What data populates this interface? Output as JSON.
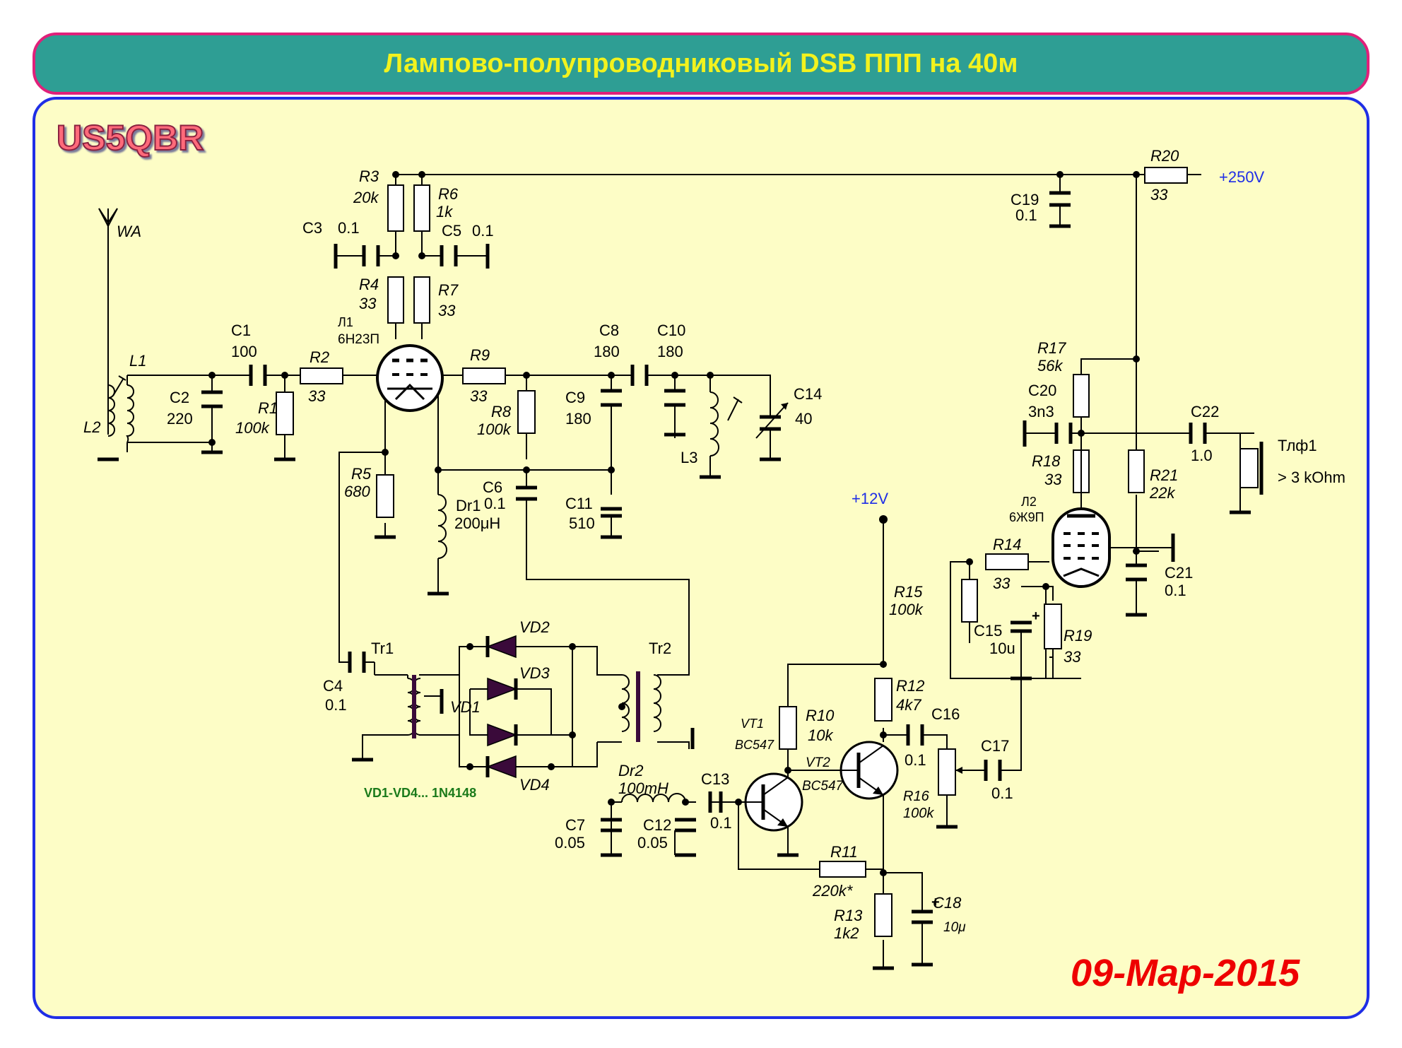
{
  "title": "Лампово-полупроводниковый DSB ППП на 40м",
  "logo": "US5QBR",
  "date": "09-Mар-2015",
  "colors": {
    "title_bg": "#2e9e94",
    "title_text": "#f2f21e",
    "panel_bg": "#fdfdc6",
    "panel_border": "#1f2ee6",
    "title_border": "#e0207a",
    "date_text": "#ee0000",
    "supply_text": "#1f2ee6"
  },
  "labels": {
    "wa": "WA",
    "l1": "L1",
    "l2": "L2",
    "c1": "C1",
    "c1v": "100",
    "c2": "C2",
    "c2v": "220",
    "r1": "R1",
    "r1v": "100k",
    "r2": "R2",
    "r2v": "33",
    "r3": "R3",
    "r3v": "20k",
    "r6": "R6",
    "r6v": "1k",
    "c3": "C3",
    "c3v": "0.1",
    "c5": "C5",
    "c5v": "0.1",
    "r4": "R4",
    "r4v": "33",
    "r7": "R7",
    "r7v": "33",
    "tube1": "Л1",
    "tube1v": "6Н23П",
    "r9": "R9",
    "r9v": "33",
    "r8": "R8",
    "r8v": "100k",
    "c8": "C8",
    "c8v": "180",
    "c9": "C9",
    "c9v": "180",
    "c10": "C10",
    "c10v": "180",
    "l3": "L3",
    "c14": "C14",
    "c14v": "40",
    "r5": "R5",
    "r5v": "680",
    "dr1": "Dr1",
    "dr1v": "200μH",
    "c6": "C6",
    "c6v": "0.1",
    "c11": "C11",
    "c11v": "510",
    "c19": "C19",
    "c19v": "0.1",
    "r20": "R20",
    "r20v": "33",
    "v250": "+250V",
    "r17": "R17",
    "r17v": "56k",
    "c20": "C20",
    "c20v": "3n3",
    "c22": "C22",
    "c22v": "1.0",
    "tlf": "Тлф1",
    "tlfv": "> 3 kOhm",
    "r18": "R18",
    "r18v": "33",
    "r21": "R21",
    "r21v": "22k",
    "tube2": "Л2",
    "tube2v": "6Ж9П",
    "r14": "R14",
    "r14v": "33",
    "c21": "C21",
    "c21v": "0.1",
    "c15": "C15",
    "c15v": "10u",
    "r19": "R19",
    "r19v": "33",
    "v12": "+12V",
    "r15": "R15",
    "r15v": "100k",
    "c4": "C4",
    "c4v": "0.1",
    "tr1": "Tr1",
    "tr2": "Tr2",
    "vd1": "VD1",
    "vd2": "VD2",
    "vd3": "VD3",
    "vd4": "VD4",
    "diodes": "VD1-VD4... 1N4148",
    "r12": "R12",
    "r12v": "4k7",
    "c16": "C16",
    "c16v": "0.1",
    "c17": "C17",
    "c17v": "0.1",
    "vt1": "VT1",
    "vt1v": "BC547",
    "r10": "R10",
    "r10v": "10k",
    "vt2": "VT2",
    "vt2v": "BC547",
    "r16": "R16",
    "r16v": "100k",
    "dr2": "Dr2",
    "dr2v": "100mH",
    "c13": "C13",
    "c13v": "0.1",
    "c7": "C7",
    "c7v": "0.05",
    "c12": "C12",
    "c12v": "0.05",
    "r11": "R11",
    "r11v": "220k*",
    "r13": "R13",
    "r13v": "1k2",
    "c18": "C18",
    "c18v": "10μ"
  }
}
